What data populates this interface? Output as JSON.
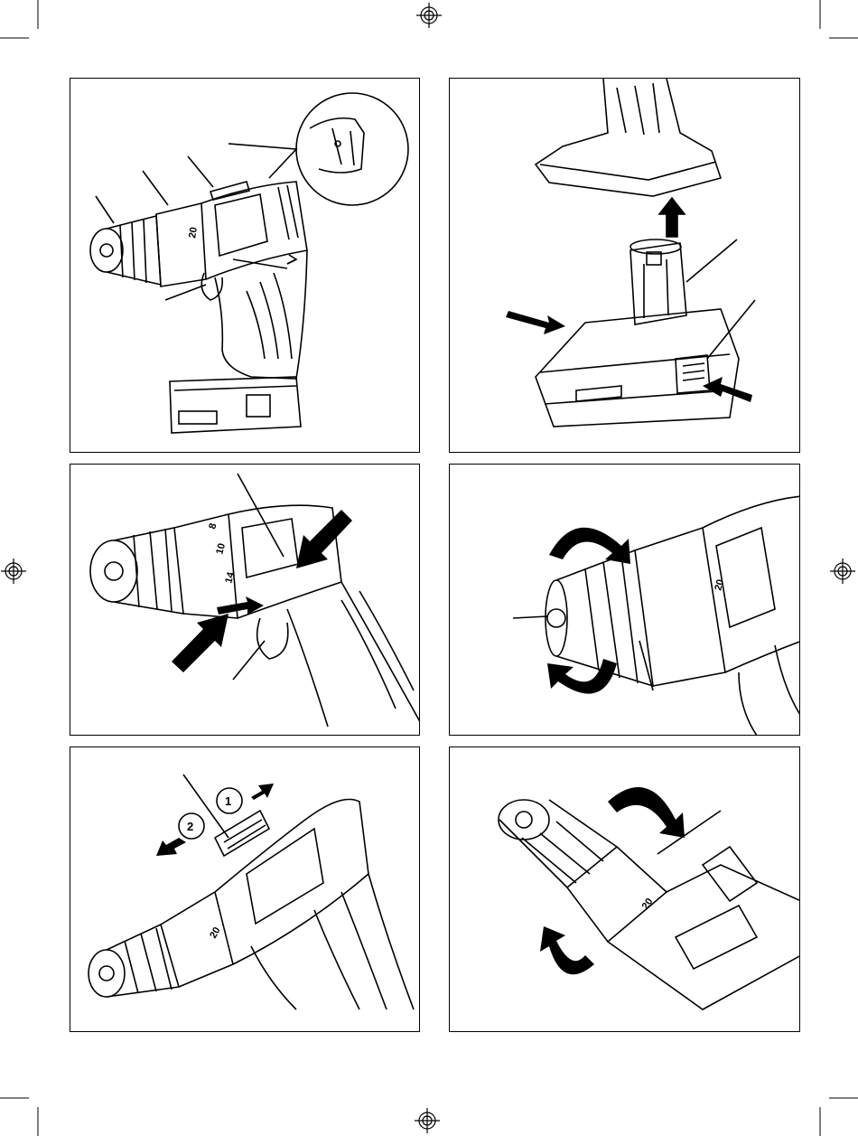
{
  "page": {
    "background": "#ffffff",
    "line_color": "#000000"
  },
  "figures": [
    {
      "id": "fig-drill-overview",
      "dial_label": "20"
    },
    {
      "id": "fig-battery-removal"
    },
    {
      "id": "fig-direction-selector",
      "dial_labels": [
        "8",
        "10",
        "14"
      ]
    },
    {
      "id": "fig-chuck-rotation",
      "dial_label": "20"
    },
    {
      "id": "fig-speed-selector",
      "step_labels": [
        "1",
        "2"
      ],
      "dial_label": "20"
    },
    {
      "id": "fig-torque-collar",
      "dial_label": "20"
    }
  ]
}
